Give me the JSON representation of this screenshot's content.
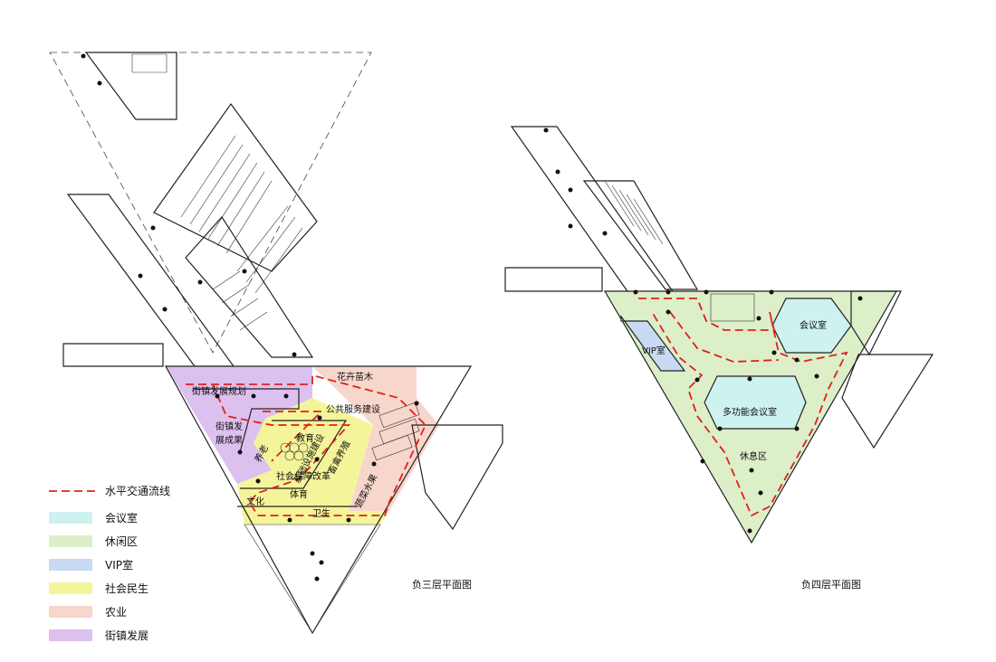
{
  "legend": {
    "flow_label": "水平交通流线",
    "items": [
      {
        "label": "会议室",
        "color": "#cdf2f0"
      },
      {
        "label": "休闲区",
        "color": "#dcefc9"
      },
      {
        "label": "VIP室",
        "color": "#c9daf4"
      },
      {
        "label": "社会民生",
        "color": "#f4f59a"
      },
      {
        "label": "农业",
        "color": "#f7d6cb"
      },
      {
        "label": "街镇发展",
        "color": "#dcc0ee"
      }
    ],
    "flow_color": "#e0201b"
  },
  "plan_b3": {
    "caption": "负三层平面图",
    "zones": {
      "street_planning": "街镇发展规划",
      "street_results_1": "街镇发",
      "street_results_2": "展成果",
      "flowers": "花卉苗木",
      "public_service": "公共服务建设",
      "infrastructure": "基础设施建设",
      "livestock": "畜禽养殖",
      "vegetables": "蔬菜水果",
      "education": "教育",
      "elderly": "养老",
      "social_security": "社会保障改革",
      "sports": "体育",
      "culture": "文化",
      "health": "卫生"
    }
  },
  "plan_b4": {
    "caption": "负四层平面图",
    "zones": {
      "meeting_room": "会议室",
      "vip_room": "VIP室",
      "multi_meeting": "多功能会议室",
      "rest_area": "休息区"
    }
  }
}
